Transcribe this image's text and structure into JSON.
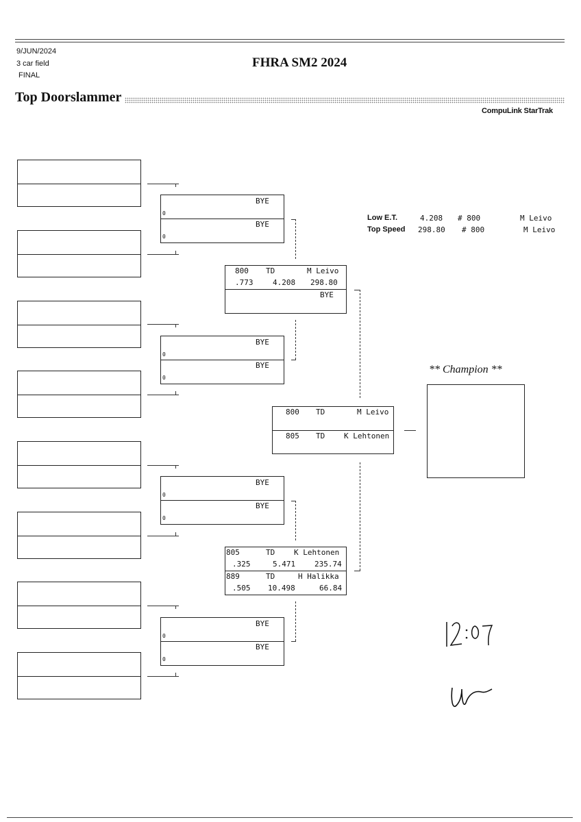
{
  "header": {
    "date": "9/JUN/2024",
    "field": "3 car field",
    "round": "FINAL",
    "event_title": "FHRA SM2 2024",
    "class_title": "Top Doorslammer",
    "brand": "CompuLink StarTrak"
  },
  "stats": {
    "low_et": {
      "label": "Low  E.T.",
      "value": "4.208",
      "car": "# 800",
      "driver": "M Leivo"
    },
    "top_speed": {
      "label": "Top Speed",
      "value": "298.80",
      "car": "# 800",
      "driver": "M Leivo"
    }
  },
  "round1": [
    {
      "top": {
        "lane": "0",
        "name": "BYE"
      },
      "bottom": {
        "lane": "0",
        "name": "BYE"
      }
    },
    {
      "top": {
        "lane": "0",
        "name": "BYE"
      },
      "bottom": {
        "lane": "0",
        "name": "BYE"
      }
    },
    {
      "top": {
        "lane": "0",
        "name": "BYE"
      },
      "bottom": {
        "lane": "0",
        "name": "BYE"
      }
    },
    {
      "top": {
        "lane": "0",
        "name": "BYE"
      },
      "bottom": {
        "lane": "0",
        "name": "BYE"
      }
    }
  ],
  "round2": [
    {
      "top": {
        "car": "800",
        "cls": "TD",
        "driver": "M Leivo",
        "rt": ".773",
        "et": "4.208",
        "mph": "298.80"
      },
      "bottom": {
        "name": "BYE"
      }
    },
    {
      "top": {
        "car": "805",
        "cls": "TD",
        "driver": "K Lehtonen",
        "rt": ".325",
        "et": "5.471",
        "mph": "235.74"
      },
      "bottom": {
        "car": "889",
        "cls": "TD",
        "driver": "H Halikka",
        "rt": ".505",
        "et": "10.498",
        "mph": "66.84"
      }
    }
  ],
  "final": {
    "top": {
      "car": "800",
      "cls": "TD",
      "driver": "M Leivo"
    },
    "bottom": {
      "car": "805",
      "cls": "TD",
      "driver": "K Lehtonen"
    }
  },
  "champion": {
    "label": "** Champion **",
    "name": ""
  },
  "handwriting": {
    "time": "12:07"
  }
}
